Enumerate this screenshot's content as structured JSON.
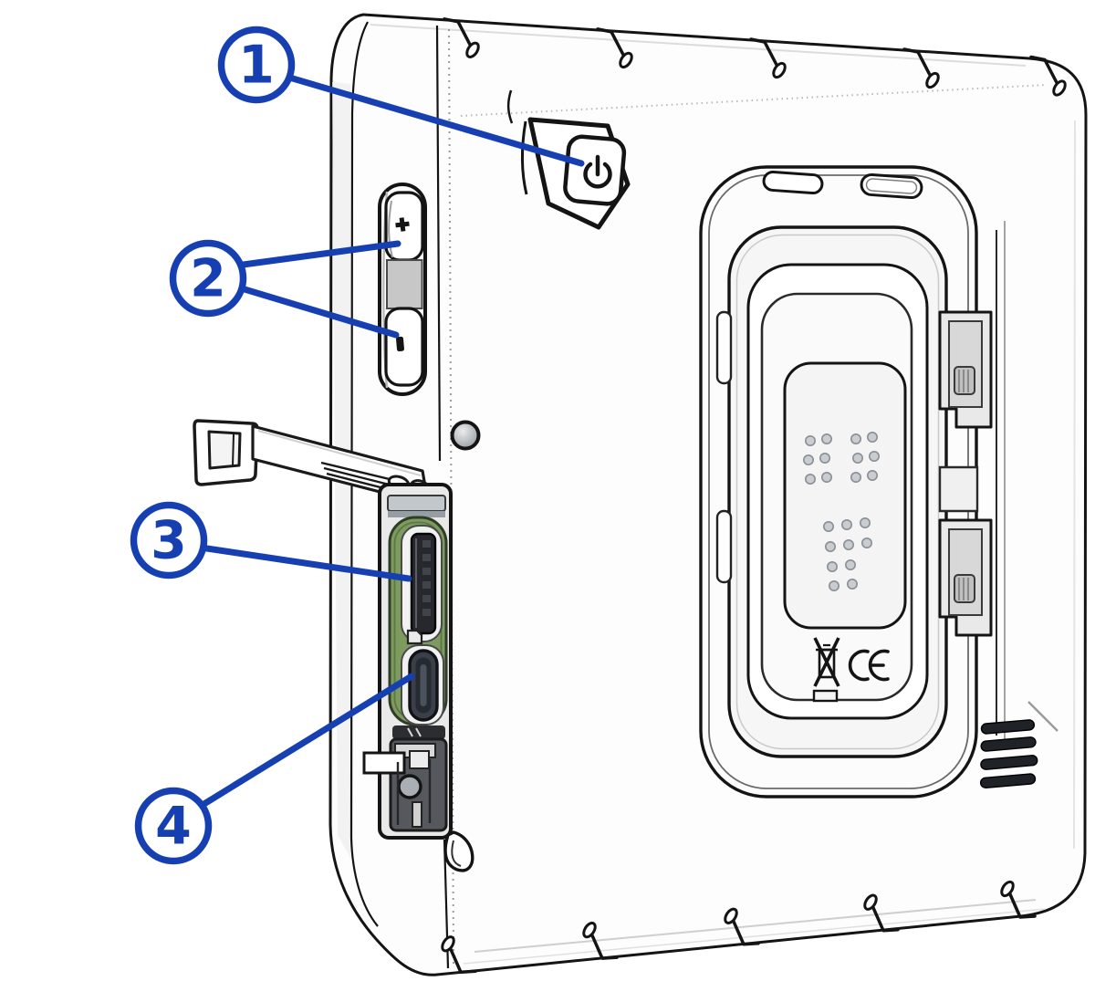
{
  "callouts": [
    {
      "number": "1",
      "feature": "power-button"
    },
    {
      "number": "2",
      "feature": "volume-buttons"
    },
    {
      "number": "3",
      "feature": "memory-card-slot"
    },
    {
      "number": "4",
      "feature": "usb-port"
    }
  ],
  "icons": {
    "power": "power-icon",
    "plus": "plus-icon",
    "minus": "minus-icon",
    "sd_card": "sd-card-icon",
    "weee": "weee-crossed-bin-icon",
    "ce": "ce-mark-icon",
    "speaker": "speaker-grille-icon"
  },
  "colors": {
    "callout_blue": "#1640b2",
    "line_black": "#141414",
    "gasket_green": "#7d9b5f",
    "port_dark": "#26282d",
    "usb_dark": "#3a3f49",
    "body_white": "#ffffff"
  }
}
